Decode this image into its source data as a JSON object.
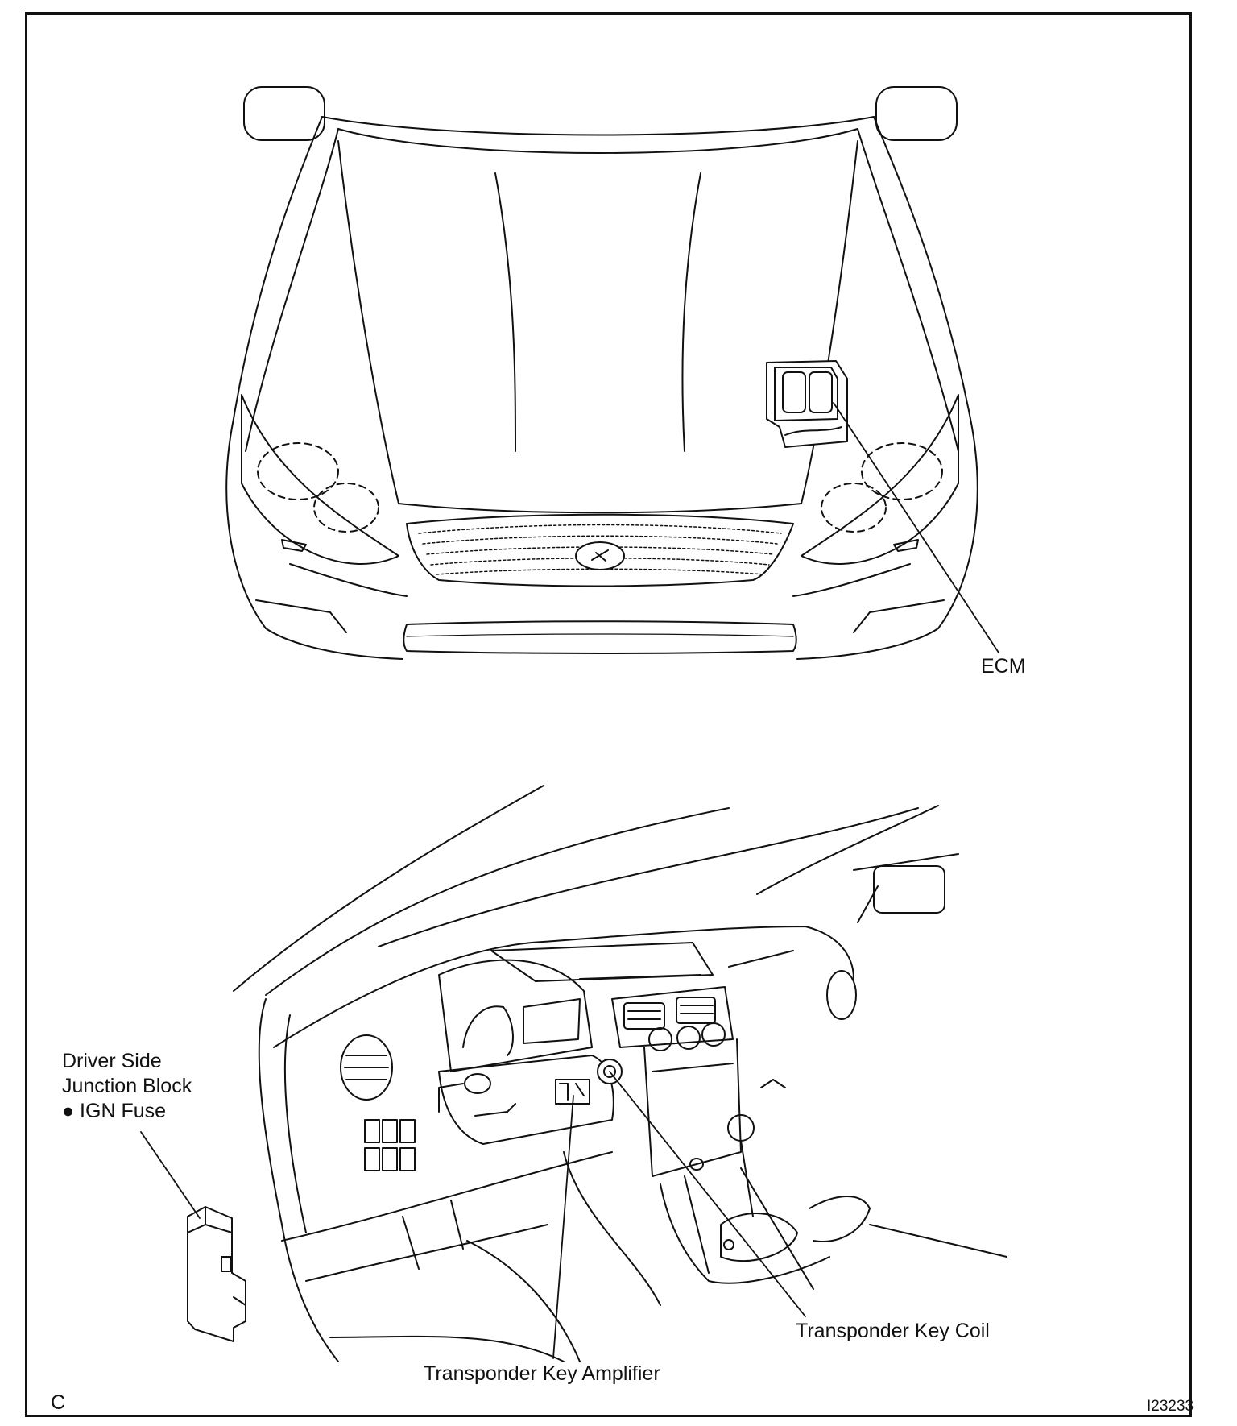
{
  "labels": {
    "ecm": "ECM",
    "jb_line1": "Driver Side",
    "jb_line2": "Junction Block",
    "jb_line3": "● IGN Fuse",
    "key_coil": "Transponder Key Coil",
    "key_amplifier": "Transponder Key Amplifier",
    "corner_letter": "C",
    "figure_id": "I23233"
  }
}
